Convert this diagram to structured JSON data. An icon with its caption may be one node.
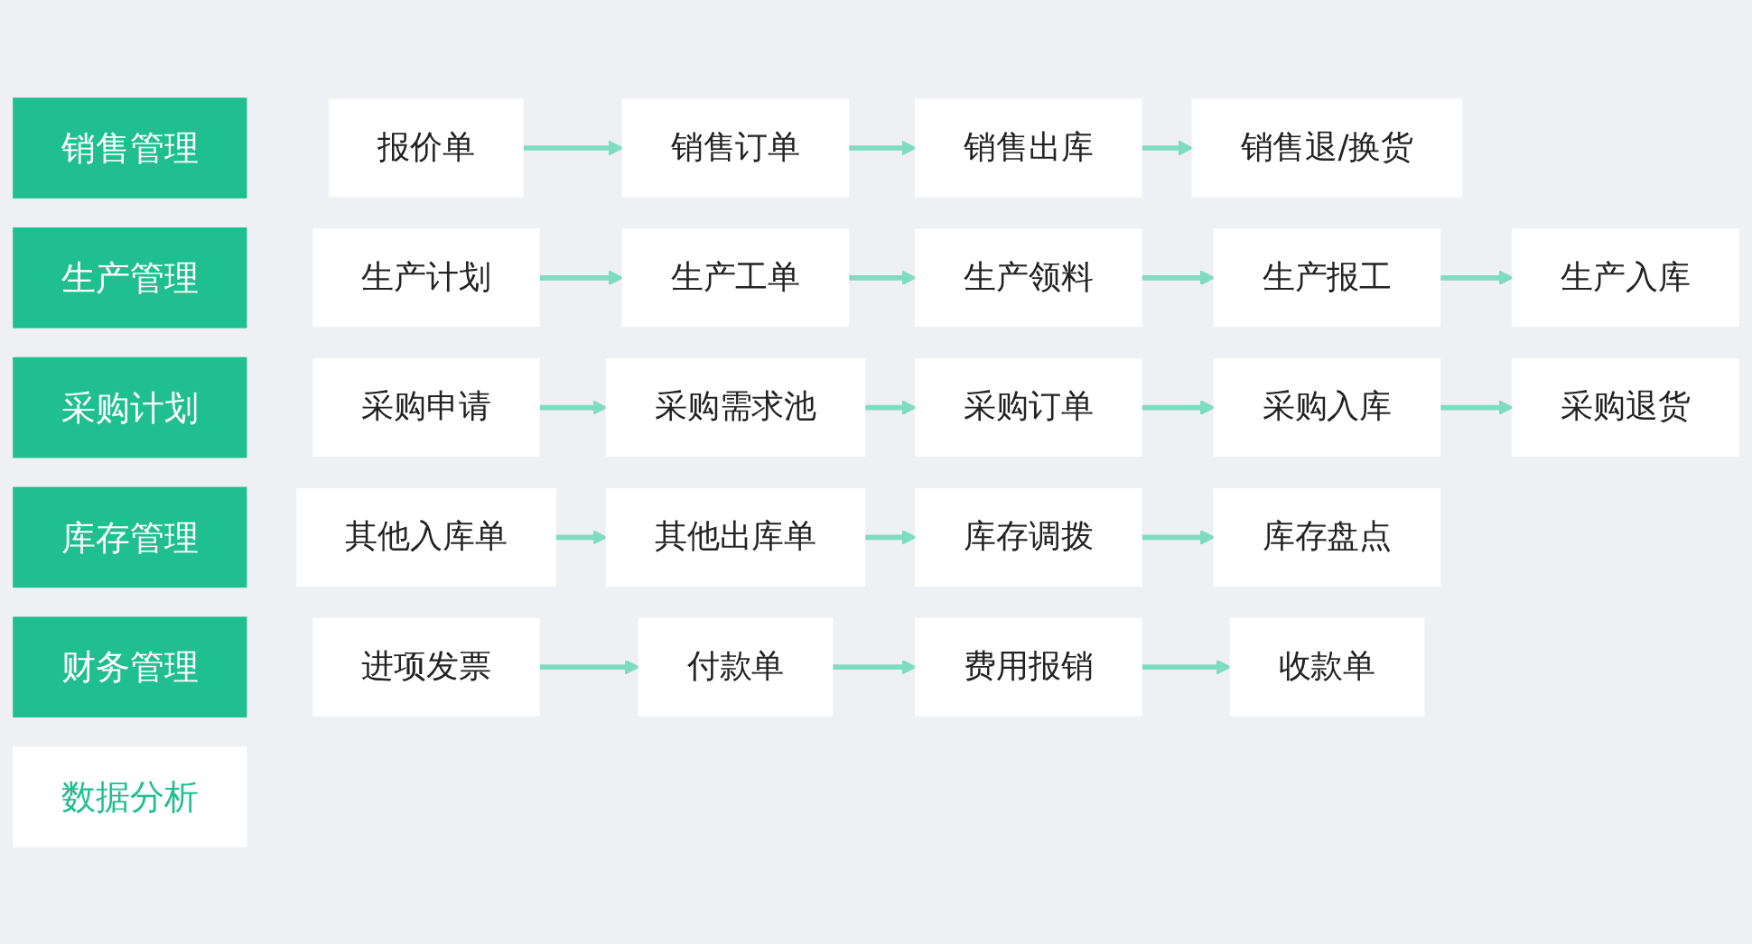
{
  "diagram": {
    "nodes": [
      {
        "text": [
          "销售管理"
        ]
      },
      {
        "text": [
          "报价单"
        ]
      },
      {
        "text": [
          "销售订单"
        ]
      },
      {
        "text": [
          "销售出库"
        ]
      },
      {
        "text": [
          "销售退/换货"
        ]
      },
      {
        "text": [
          "生产管理"
        ]
      },
      {
        "text": [
          "生产计划"
        ]
      },
      {
        "text": [
          "生产工单"
        ]
      },
      {
        "text": [
          "生产领料"
        ]
      },
      {
        "text": [
          "生产报工"
        ]
      },
      {
        "text": [
          "生产入库"
        ]
      },
      {
        "text": [
          "采购计划"
        ]
      },
      {
        "text": [
          "采购申请"
        ]
      },
      {
        "text": [
          "采购需求池"
        ]
      },
      {
        "text": [
          "采购订单"
        ]
      },
      {
        "text": [
          "采购入库"
        ]
      },
      {
        "text": [
          "采购退货"
        ]
      },
      {
        "text": [
          "库存管理"
        ]
      },
      {
        "text": [
          "其他入库单"
        ]
      },
      {
        "text": [
          "其他出库单"
        ]
      },
      {
        "text": [
          "库存调拨"
        ]
      },
      {
        "text": [
          "库存盘点"
        ]
      },
      {
        "text": [
          "财务管理"
        ]
      },
      {
        "text": [
          "进项发票"
        ]
      },
      {
        "text": [
          "付款单"
        ]
      },
      {
        "text": [
          "费用报销"
        ]
      },
      {
        "text": [
          "收款单"
        ]
      },
      {
        "text": [
          "数据分析"
        ]
      }
    ],
    "edges": [
      {
        "from": 1,
        "to": 2,
        "arrow": "to"
      },
      {
        "from": 2,
        "to": 3,
        "arrow": "to"
      },
      {
        "from": 3,
        "to": 4,
        "arrow": "to"
      },
      {
        "from": 6,
        "to": 7,
        "arrow": "to"
      },
      {
        "from": 7,
        "to": 8,
        "arrow": "to"
      },
      {
        "from": 8,
        "to": 9,
        "arrow": "to"
      },
      {
        "from": 9,
        "to": 10,
        "arrow": "to"
      },
      {
        "from": 12,
        "to": 13,
        "arrow": "to"
      },
      {
        "from": 13,
        "to": 14,
        "arrow": "to"
      },
      {
        "from": 14,
        "to": 15,
        "arrow": "to"
      },
      {
        "from": 15,
        "to": 16,
        "arrow": "to"
      },
      {
        "from": 18,
        "to": 19,
        "arrow": "to"
      },
      {
        "from": 19,
        "to": 20,
        "arrow": "to"
      },
      {
        "from": 20,
        "to": 21,
        "arrow": "to"
      },
      {
        "from": 23,
        "to": 24,
        "arrow": "to"
      },
      {
        "from": 24,
        "to": 25,
        "arrow": "to"
      },
      {
        "from": 25,
        "to": 26,
        "arrow": "to"
      }
    ]
  }
}
